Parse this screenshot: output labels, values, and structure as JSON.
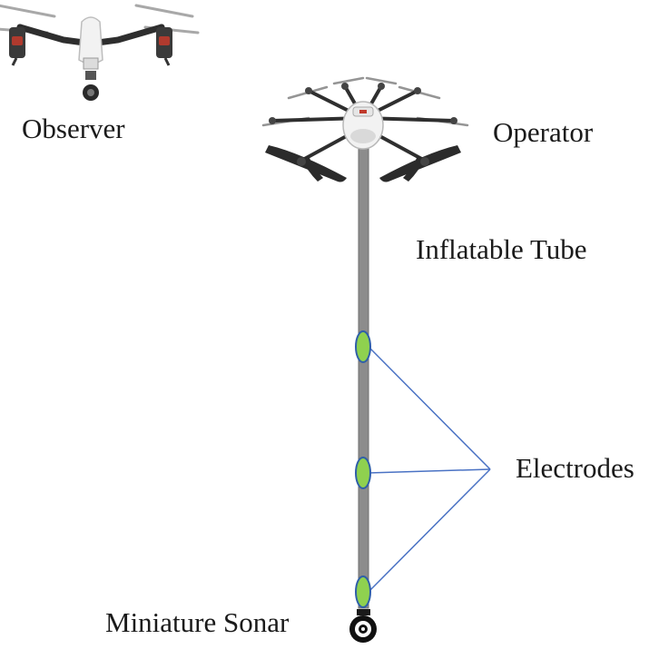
{
  "labels": {
    "observer": "Observer",
    "operator": "Operator",
    "tube": "Inflatable Tube",
    "electrodes": "Electrodes",
    "sonar": "Miniature Sonar"
  },
  "colors": {
    "tube": "#8c8c8c",
    "electrode_fill": "#8fd14f",
    "electrode_stroke": "#2f5fa8",
    "pointer_line": "#4a72c4",
    "drone_body": "#f2f2f2",
    "drone_arm": "#333333",
    "drone_accent": "#c0392b"
  },
  "icons": {
    "observer_drone": "quadcopter-icon",
    "operator_drone": "hexacopter-icon",
    "sonar": "sonar-icon"
  }
}
